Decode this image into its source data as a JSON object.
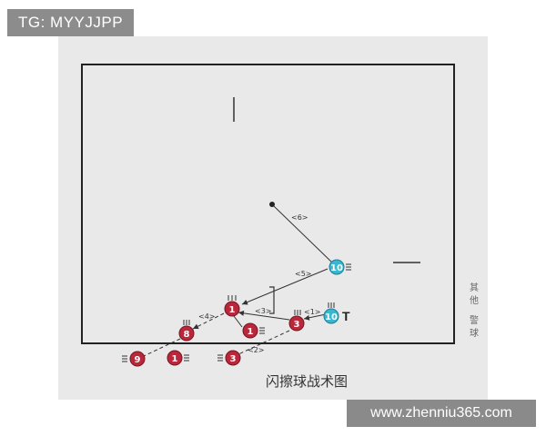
{
  "watermark_top": "TG: MYYJJPP",
  "watermark_bottom": "www.zhenniu365.com",
  "diagram": {
    "caption": "闪擦球战术图",
    "side_text": [
      "其",
      "他",
      "警",
      "球"
    ],
    "route_labels": {
      "r1": "<1>",
      "r2": "<2>",
      "r3": "<3>",
      "r4": "<4>",
      "r5": "<5>",
      "r6": "<6>"
    },
    "players": {
      "p10_top": "10",
      "p10_serve": "10",
      "p3_right": "3",
      "p1_mid": "1",
      "p1_low": "1",
      "p8": "8",
      "p9": "9",
      "p1_bottom": "1",
      "p3_bottom": "3"
    },
    "server_mark": "T",
    "colors": {
      "red_player": "#b8283a",
      "cyan_player": "#3ab6cf",
      "line": "#333333"
    }
  }
}
